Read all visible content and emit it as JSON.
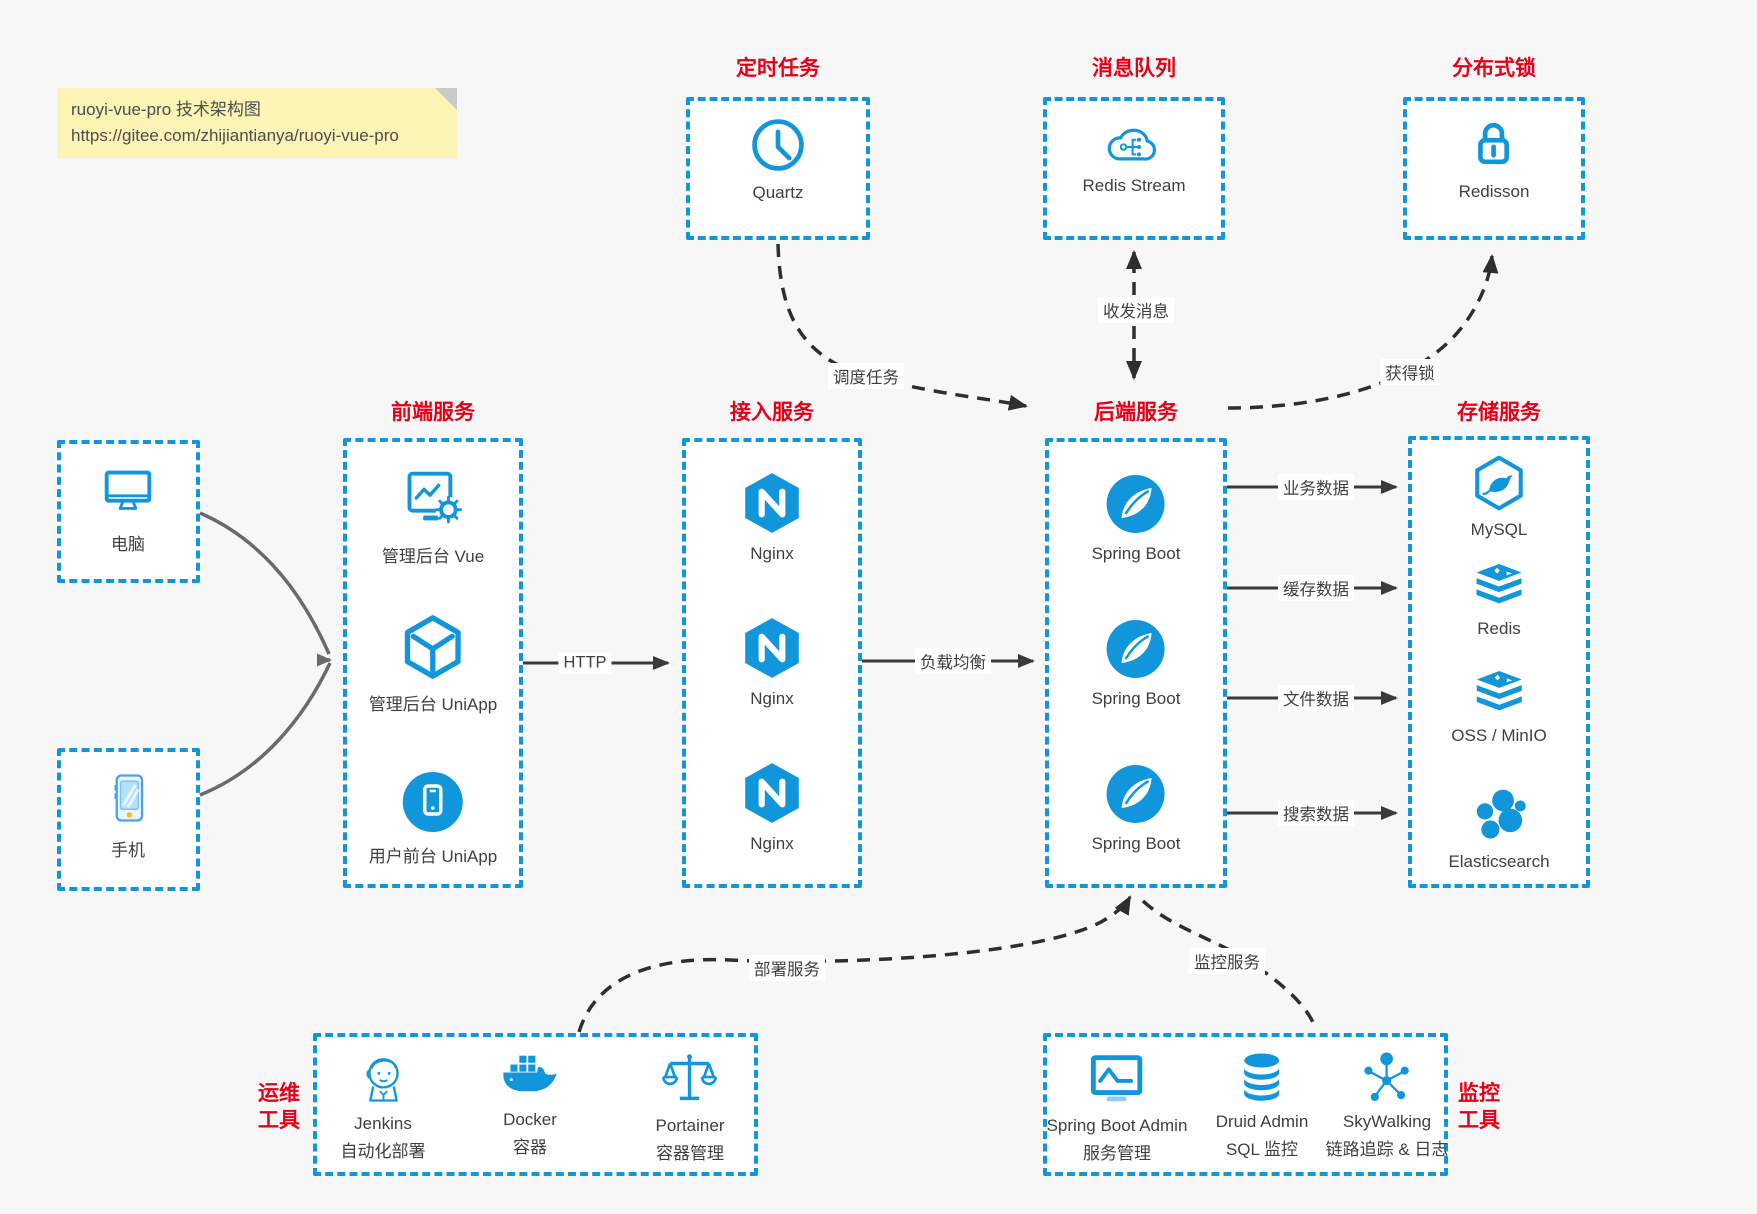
{
  "colors": {
    "accent_blue": "#1296db",
    "title_red": "#e60017",
    "arrow_dark": "#3a3a3a",
    "background": "#f7f7f7",
    "note_bg": "#fbf4b5"
  },
  "note": {
    "line1": "ruoyi-vue-pro 技术架构图",
    "line2": "https://gitee.com/zhijiantianya/ruoyi-vue-pro"
  },
  "top_services": [
    {
      "title": "定时任务",
      "label": "Quartz"
    },
    {
      "title": "消息队列",
      "label": "Redis Stream"
    },
    {
      "title": "分布式锁",
      "label": "Redisson"
    }
  ],
  "clients": [
    {
      "label": "电脑"
    },
    {
      "label": "手机"
    }
  ],
  "service_columns": [
    {
      "title": "前端服务",
      "items": [
        {
          "label": "管理后台 Vue"
        },
        {
          "label": "管理后台 UniApp"
        },
        {
          "label": "用户前台 UniApp"
        }
      ]
    },
    {
      "title": "接入服务",
      "items": [
        {
          "label": "Nginx"
        },
        {
          "label": "Nginx"
        },
        {
          "label": "Nginx"
        }
      ]
    },
    {
      "title": "后端服务",
      "items": [
        {
          "label": "Spring Boot"
        },
        {
          "label": "Spring Boot"
        },
        {
          "label": "Spring Boot"
        }
      ]
    },
    {
      "title": "存储服务",
      "items": [
        {
          "label": "MySQL"
        },
        {
          "label": "Redis"
        },
        {
          "label": "OSS / MinIO"
        },
        {
          "label": "Elasticsearch"
        }
      ]
    }
  ],
  "edge_labels": {
    "http": "HTTP",
    "load_balance": "负载均衡",
    "business_data": "业务数据",
    "cache_data": "缓存数据",
    "file_data": "文件数据",
    "search_data": "搜索数据",
    "schedule_task": "调度任务",
    "send_receive_message": "收发消息",
    "acquire_lock": "获得锁",
    "deploy_service": "部署服务",
    "monitor_service": "监控服务"
  },
  "bottom_groups": [
    {
      "title_line1": "运维",
      "title_line2": "工具",
      "items": [
        {
          "name": "Jenkins",
          "desc": "自动化部署"
        },
        {
          "name": "Docker",
          "desc": "容器"
        },
        {
          "name": "Portainer",
          "desc": "容器管理"
        }
      ]
    },
    {
      "title_line1": "监控",
      "title_line2": "工具",
      "items": [
        {
          "name": "Spring Boot Admin",
          "desc": "服务管理"
        },
        {
          "name": "Druid Admin",
          "desc": "SQL 监控"
        },
        {
          "name": "SkyWalking",
          "desc": "链路追踪 & 日志"
        }
      ]
    }
  ]
}
